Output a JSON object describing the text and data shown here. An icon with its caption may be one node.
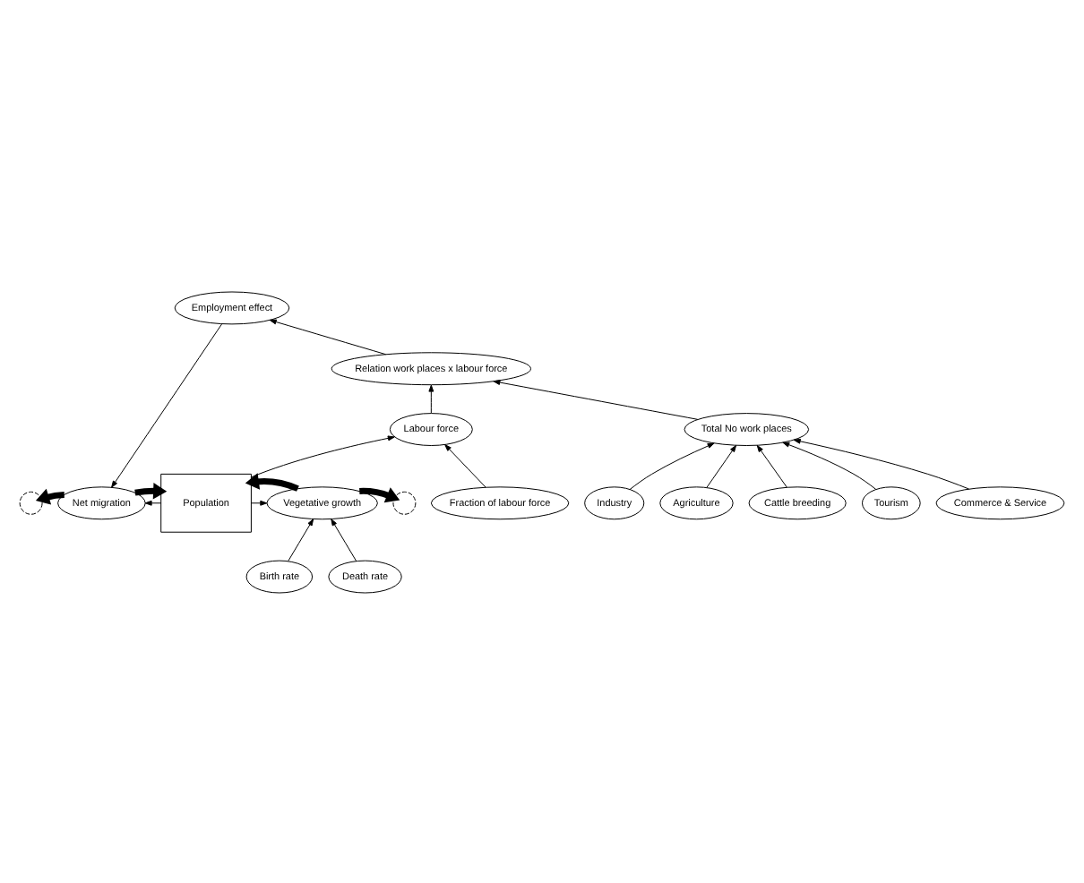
{
  "diagram": {
    "nodes": [
      {
        "text": [],
        "shape": "cloud"
      },
      {
        "text": [
          "Net migration"
        ]
      },
      {
        "text": [
          "Population"
        ]
      },
      {
        "text": [
          "Vegetative growth"
        ]
      },
      {
        "text": [],
        "shape": "cloud"
      },
      {
        "text": [
          "Employment effect"
        ]
      },
      {
        "text": [
          "Labour force"
        ]
      },
      {
        "text": [
          "Fraction of labour force"
        ]
      },
      {
        "text": [
          "Birth rate"
        ]
      },
      {
        "text": [
          "Death rate"
        ]
      },
      {
        "text": [
          "Relation work places x labour force"
        ]
      },
      {
        "text": [
          "Total No work places"
        ]
      },
      {
        "text": [
          "Industry"
        ]
      },
      {
        "text": [
          "Agriculture"
        ]
      },
      {
        "text": [
          "Cattle breeding"
        ]
      },
      {
        "text": [
          "Tourism"
        ]
      },
      {
        "text": [
          "Commerce & Service"
        ]
      }
    ],
    "edges": [
      {
        "from": 1,
        "to": 0,
        "arrow": "to",
        "style": "thick"
      },
      {
        "from": 1,
        "to": 2,
        "arrow": "to",
        "style": "thick"
      },
      {
        "from": 3,
        "to": 2,
        "arrow": "to",
        "style": "thick"
      },
      {
        "from": 3,
        "to": 4,
        "arrow": "to",
        "style": "thick"
      },
      {
        "from": 2,
        "to": 1,
        "arrow": "to"
      },
      {
        "from": 5,
        "to": 1,
        "arrow": "to"
      },
      {
        "from": 2,
        "to": 3,
        "arrow": "to"
      },
      {
        "from": 8,
        "to": 3,
        "arrow": "to"
      },
      {
        "from": 9,
        "to": 3,
        "arrow": "to"
      },
      {
        "from": 2,
        "to": 6,
        "arrow": "to"
      },
      {
        "from": 7,
        "to": 6,
        "arrow": "to"
      },
      {
        "from": 6,
        "to": 10,
        "arrow": "to"
      },
      {
        "from": 10,
        "to": 5,
        "arrow": "to"
      },
      {
        "from": 11,
        "to": 10,
        "arrow": "to"
      },
      {
        "from": 12,
        "to": 11,
        "arrow": "to"
      },
      {
        "from": 13,
        "to": 11,
        "arrow": "to"
      },
      {
        "from": 14,
        "to": 11,
        "arrow": "to"
      },
      {
        "from": 15,
        "to": 11,
        "arrow": "to"
      },
      {
        "from": 16,
        "to": 11,
        "arrow": "to"
      }
    ]
  }
}
